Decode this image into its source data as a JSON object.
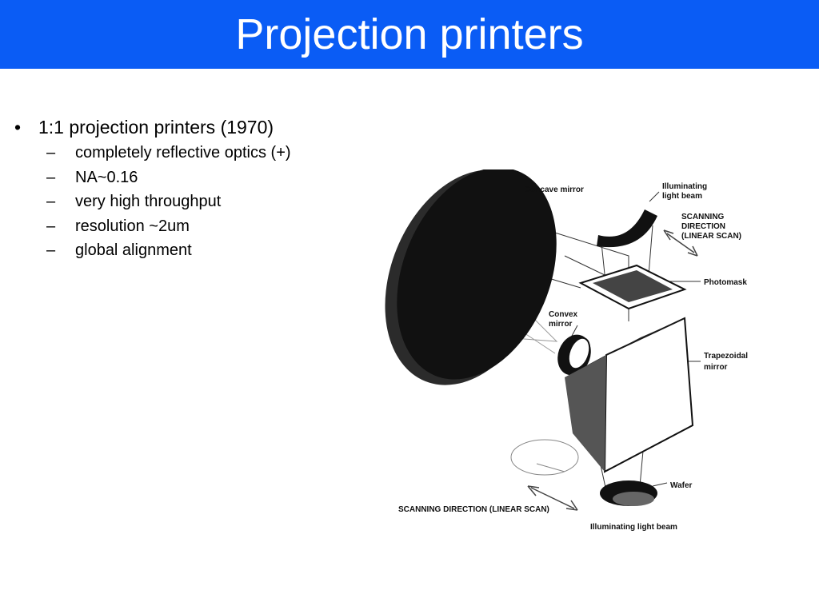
{
  "slide": {
    "title": "Projection printers",
    "bullet": {
      "marker": "•",
      "text": "1:1 projection printers (1970)",
      "sub_marker": "–",
      "subitems": [
        "completely reflective optics (+)",
        "NA~0.16",
        "very high throughput",
        "resolution ~2um",
        "global alignment"
      ]
    }
  },
  "diagram": {
    "labels": {
      "concave_mirror": "Concave mirror",
      "illuminating_beam_top_1": "Illuminating",
      "illuminating_beam_top_2": "light beam",
      "scanning_top_1": "SCANNING",
      "scanning_top_2": "DIRECTION",
      "scanning_top_3": "(LINEAR SCAN)",
      "photomask": "Photomask",
      "convex_mirror_1": "Convex",
      "convex_mirror_2": "mirror",
      "trapezoidal_mirror_1": "Trapezoidal",
      "trapezoidal_mirror_2": "mirror",
      "wafer": "Wafer",
      "scanning_bottom": "SCANNING DIRECTION (LINEAR SCAN)",
      "illuminating_beam_bottom": "Illuminating light beam"
    }
  }
}
